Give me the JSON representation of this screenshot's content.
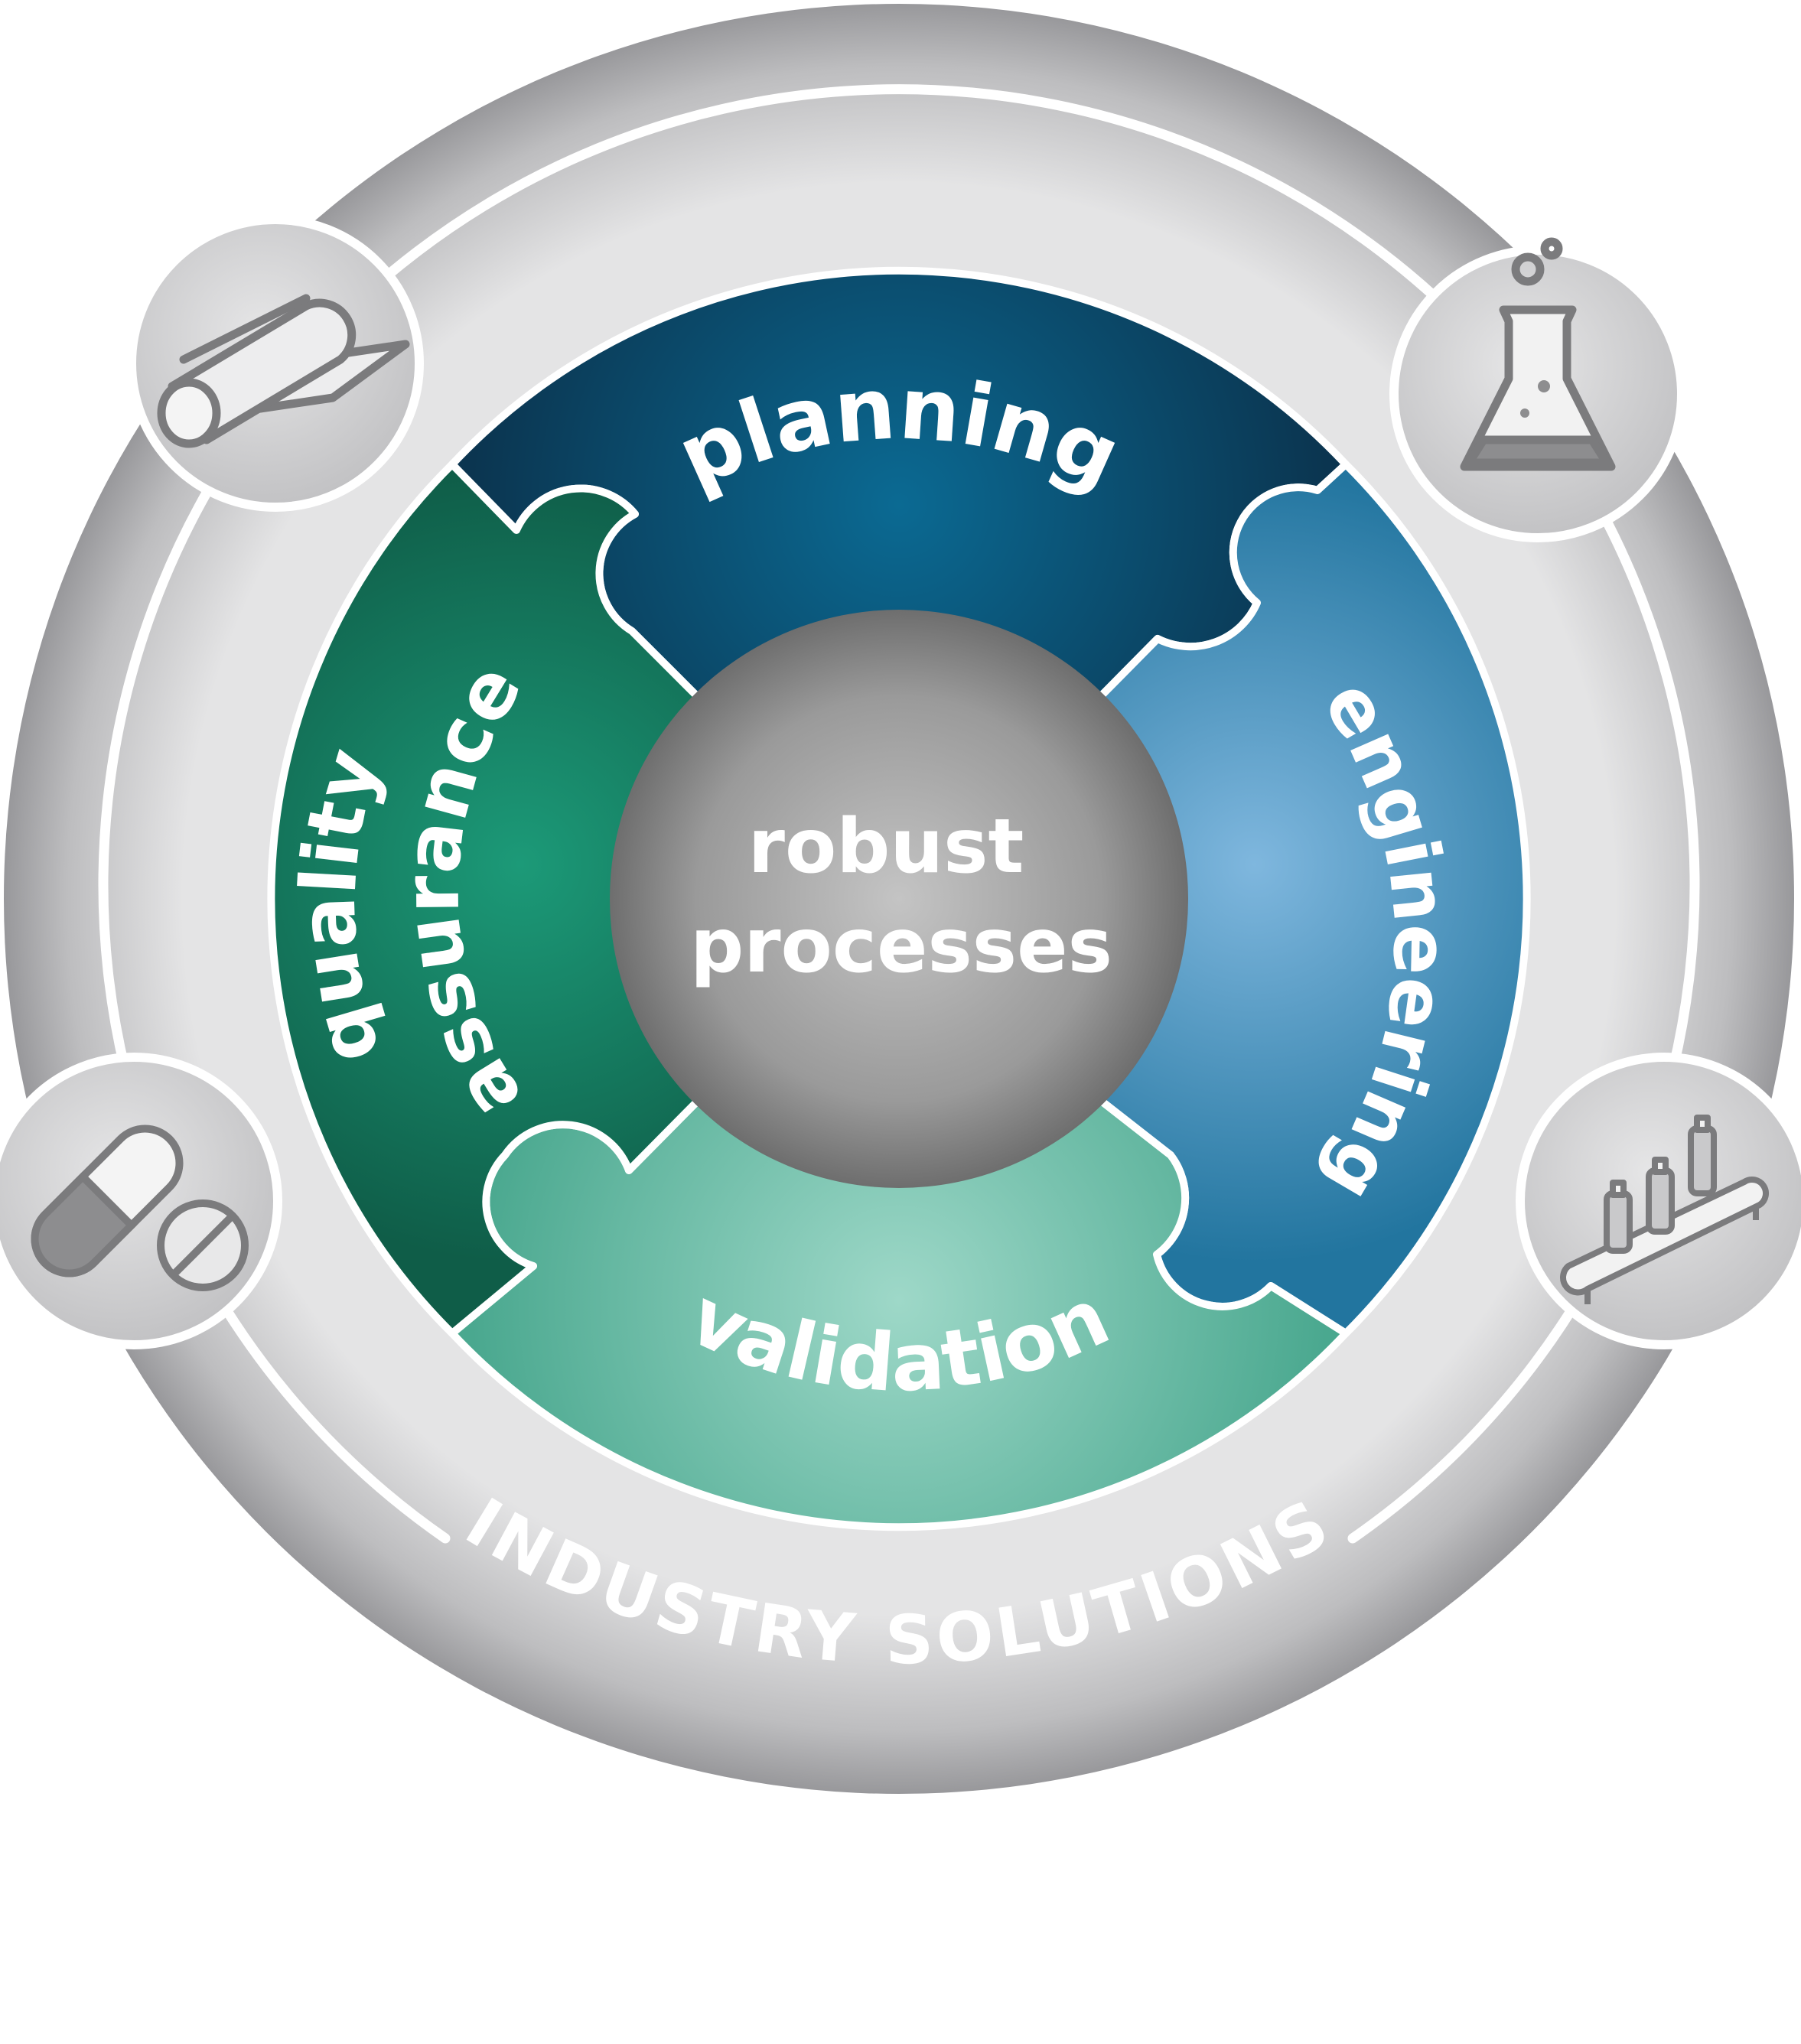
{
  "center": {
    "line1": "robust",
    "line2": "processes"
  },
  "segments": {
    "planning": "planning",
    "engineering": "engineering",
    "validation": "validation",
    "quality_line1": "quality",
    "quality_line2": "assurance"
  },
  "ring_label": "INDUSTRY SOLUTIONS",
  "icons": [
    "material-roll-icon",
    "lab-flask-icon",
    "pill-capsule-icon",
    "bottle-conveyor-icon"
  ],
  "colors": {
    "planning": "#0a4d6e",
    "engineering": "#3c91bf",
    "validation": "#66bfab",
    "quality_assurance": "#137a62",
    "center": "#9a9a9a",
    "outer_ring": "#a9a9ab"
  }
}
